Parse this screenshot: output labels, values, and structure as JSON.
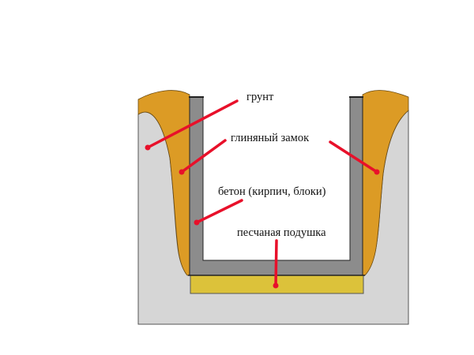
{
  "labels": {
    "soil": "грунт",
    "clay_lock": "глиняный замок",
    "concrete": "бетон (кирпич, блоки)",
    "sand_cushion": "песчаная подушка"
  },
  "colors": {
    "soil": "#d6d6d6",
    "clay": "#dc9b25",
    "concrete": "#8c8c8c",
    "sand": "#dcc23a",
    "pointer": "#e8102a"
  }
}
